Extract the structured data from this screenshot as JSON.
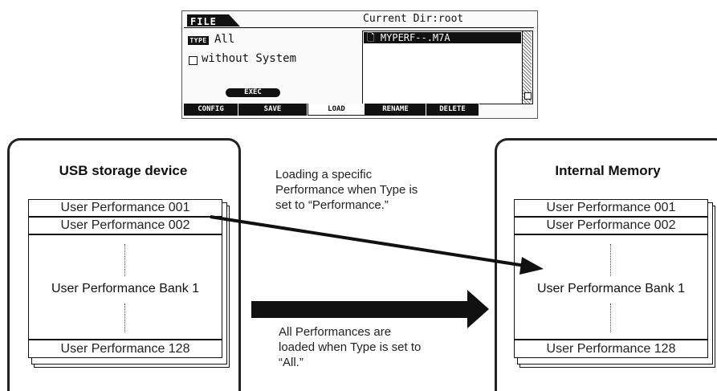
{
  "lcd": {
    "title": "FILE",
    "current_dir": "Current Dir:root",
    "type_badge": "TYPE",
    "type_value": "All",
    "checkbox_label": "without System",
    "exec_label": "EXEC",
    "file_item": "MYPERF--.M7A",
    "tabs": [
      "CONFIG",
      "SAVE",
      "LOAD",
      "RENAME",
      "DELETE"
    ],
    "active_tab": "LOAD"
  },
  "usb_panel": {
    "title": "USB storage device",
    "slot_top_1": "User Performance 001",
    "slot_top_2": "User Performance 002",
    "bank": "User Performance Bank 1",
    "slot_bottom": "User Performance 128"
  },
  "internal_panel": {
    "title": "Internal Memory",
    "slot_top_1": "User Performance 001",
    "slot_top_2": "User Performance 002",
    "bank": "User Performance Bank 1",
    "slot_bottom": "User Performance 128"
  },
  "notes": {
    "specific": [
      "Loading a specific",
      "Performance when Type is",
      "set to “Performance.”"
    ],
    "all": [
      "All Performances are",
      "loaded when Type is set to",
      "“All.”"
    ]
  },
  "colors": {
    "ink": "#111111",
    "lcd_bg": "#fafafa"
  }
}
